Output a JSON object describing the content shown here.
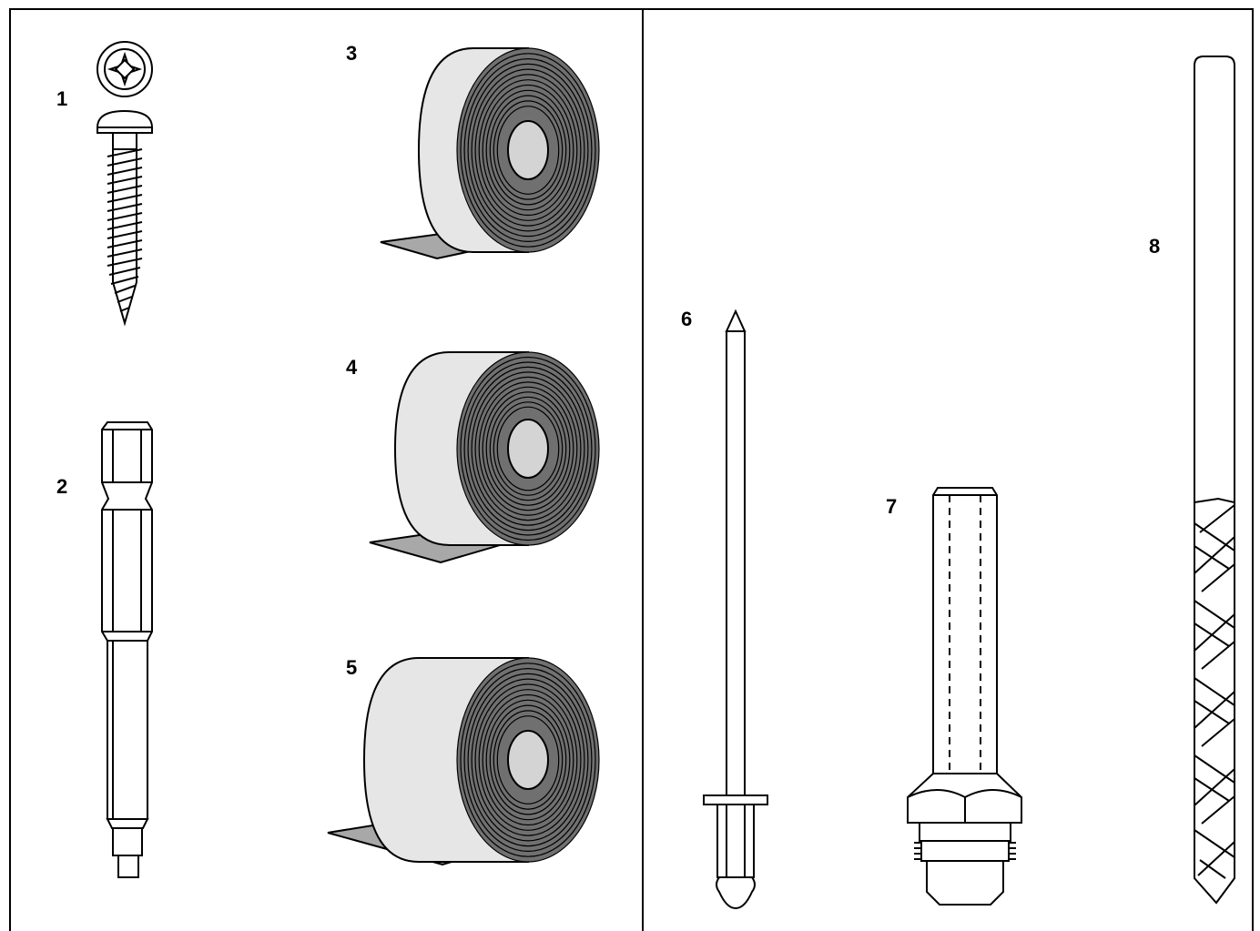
{
  "colors": {
    "line": "#000000",
    "background": "#ffffff",
    "tape_outer": "#e6e6e6",
    "tape_roll": "#707070",
    "tape_strip": "#a8a8a8",
    "tape_core": "#d4d4d4"
  },
  "items": [
    {
      "id": "1",
      "label": "1",
      "part": "screw"
    },
    {
      "id": "2",
      "label": "2",
      "part": "driver-bit"
    },
    {
      "id": "3",
      "label": "3",
      "part": "tape-roll"
    },
    {
      "id": "4",
      "label": "4",
      "part": "tape-roll"
    },
    {
      "id": "5",
      "label": "5",
      "part": "tape-roll"
    },
    {
      "id": "6",
      "label": "6",
      "part": "blind-rivet"
    },
    {
      "id": "7",
      "label": "7",
      "part": "threaded-fitting"
    },
    {
      "id": "8",
      "label": "8",
      "part": "drill-bit"
    }
  ]
}
